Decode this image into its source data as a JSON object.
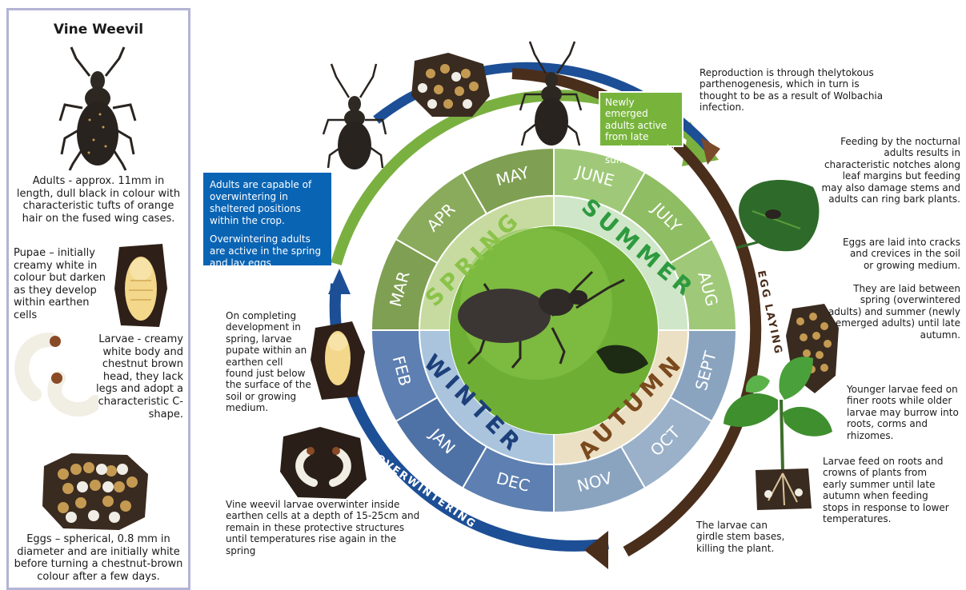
{
  "sidebar": {
    "title": "Vine Weevil",
    "adults_text": "Adults - approx. 11mm in length, dull black in colour with characteristic tufts of orange hair on the fused wing cases.",
    "pupae_text": "Pupae – initially creamy white in colour but darken as they develop within earthen cells",
    "larvae_text": "Larvae - creamy white body and chestnut brown head, they lack legs and adopt a characteristic C-shape.",
    "eggs_text": "Eggs – spherical, 0.8 mm in diameter and are initially white before turning a chestnut-brown colour after a few days."
  },
  "callouts": {
    "overwinter_adults_1": "Adults are capable of overwintering in sheltered positions within the crop.",
    "overwinter_adults_2": "Overwintering adults are active in the spring and lay eggs",
    "newly_emerged": "Newly emerged adults active from late spring to early summer.",
    "reproduction": "Reproduction is through thelytokous parthenogenesis, which in turn is thought to be as a result of Wolbachia infection.",
    "feeding": "Feeding by the nocturnal adults results in characteristic notches along leaf margins but feeding may also damage stems and adults can ring bark plants.",
    "eggs_laid_1": "Eggs are laid into cracks and crevices in the soil or growing medium.",
    "eggs_laid_2": "They are laid between spring (overwintered adults) and summer (newly emerged adults) until late autumn.",
    "younger_larvae": "Younger larvae feed on finer roots while older larvae may burrow into roots, corms and rhizomes.",
    "larvae_feed": "Larvae feed on roots and crowns of plants from early summer until late autumn when feeding stops in response to lower temperatures.",
    "girdle": "The larvae can girdle stem bases, killing the plant.",
    "pupate": "On completing development in spring, larvae pupate within an earthen cell found just below the surface of the soil or growing medium.",
    "overwinter_larvae": "Vine weevil larvae overwinter inside earthen cells at a depth of 15-25cm and remain in these protective structures until temperatures rise again in the spring"
  },
  "wheel": {
    "months": [
      "MAY",
      "JUNE",
      "JULY",
      "AUG",
      "SEPT",
      "OCT",
      "NOV",
      "DEC",
      "JAN",
      "FEB",
      "MAR",
      "APR"
    ],
    "seasons": [
      "SPRING",
      "SUMMER",
      "AUTUMN",
      "WINTER"
    ],
    "arc_labels": [
      "EGG LAYING",
      "OVERWINTERING"
    ]
  },
  "colors": {
    "spring": "#8aab5c",
    "summer": "#a8cf7e",
    "autumn": "#a9bccf",
    "winter": "#6f8fb8",
    "blue_arc": "#1d4f96",
    "green_arc": "#7ab040",
    "brown_arc": "#4a2e1c"
  }
}
